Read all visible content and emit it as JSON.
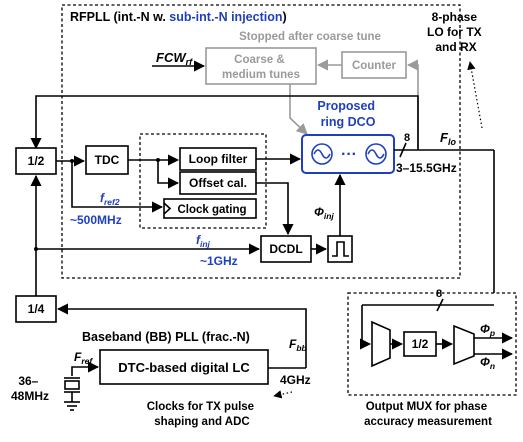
{
  "colors": {
    "blue": "#1f3fbf",
    "gray": "#9a9a9a",
    "black": "#000000"
  },
  "rfpll": {
    "title_prefix": "RFPLL (int.-N w. ",
    "title_highlight": "sub-int.-N injection",
    "title_suffix": ")",
    "fcw_main": "FCW",
    "fcw_sub": "rf",
    "stopped_note": "Stopped after coarse tune",
    "coarse_tune_line1": "Coarse &",
    "coarse_tune_line2": "medium tunes",
    "counter": "Counter",
    "dco_title_line1": "Proposed",
    "dco_title_line2": "ring DCO",
    "dco_dots": "···",
    "div2": "1/2",
    "tdc": "TDC",
    "loop_filter": "Loop filter",
    "offset_cal": "Offset cal.",
    "clock_gating": "Clock gating",
    "fref2_main": "f",
    "fref2_sub": "ref2",
    "fref2_value": "~500MHz",
    "finj_main": "f",
    "finj_sub": "inj",
    "finj_value": "~1GHz",
    "phi_inj_main": "Φ",
    "phi_inj_sub": "inj",
    "dcdl": "DCDL",
    "bus_width": "8",
    "flo_main": "F",
    "flo_sub": "lo",
    "flo_range": "3–15.5GHz"
  },
  "lo_note": {
    "line1": "8-phase",
    "line2": "LO for TX",
    "line3": "and RX"
  },
  "baseband": {
    "div4": "1/4",
    "title": "Baseband (BB) PLL (frac.-N)",
    "dtc": "DTC-based digital LC",
    "fref_main": "F",
    "fref_sub": "ref",
    "xtal_line1": "36–",
    "xtal_line2": "48MHz",
    "fbb_main": "F",
    "fbb_sub": "bb",
    "fbb_value": "4GHz",
    "clocks_line1": "Clocks for TX pulse",
    "clocks_line2": "shaping and ADC"
  },
  "output_mux": {
    "bus_width": "8",
    "div2": "1/2",
    "phi_p_main": "Φ",
    "phi_p_sub": "p",
    "phi_n_main": "Φ",
    "phi_n_sub": "n",
    "label_line1": "Output MUX for phase",
    "label_line2": "accuracy measurement"
  }
}
